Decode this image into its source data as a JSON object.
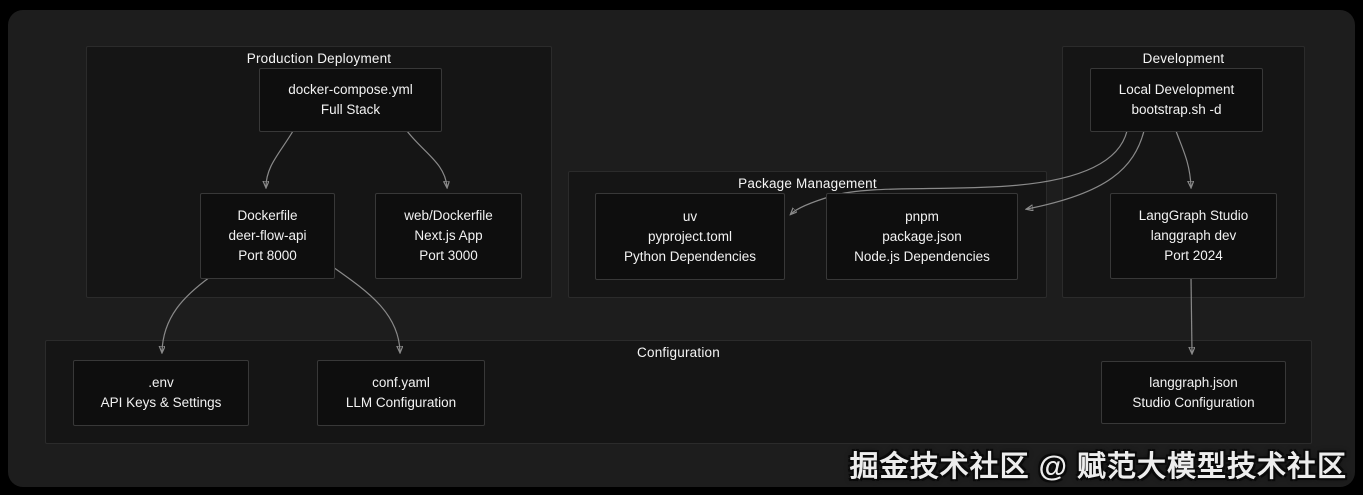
{
  "watermark": "掘金技术社区 @ 赋范大模型技术社区",
  "colors": {
    "background": "#000000",
    "panel": "#1d1d1d",
    "group_fill": "#151515",
    "group_border": "#2b2b2b",
    "node_fill": "#0e0e0e",
    "node_border": "#383838",
    "edge": "#8a8a8a",
    "arrowhead": "#999999",
    "text": "#f2f2f2"
  },
  "groups": {
    "production": {
      "title": "Production Deployment"
    },
    "development": {
      "title": "Development"
    },
    "package": {
      "title": "Package Management"
    },
    "configuration": {
      "title": "Configuration"
    }
  },
  "nodes": {
    "docker_compose": {
      "lines": [
        "docker-compose.yml",
        "Full Stack"
      ]
    },
    "dockerfile_api": {
      "lines": [
        "Dockerfile",
        "deer-flow-api",
        "Port 8000"
      ]
    },
    "web_dockerfile": {
      "lines": [
        "web/Dockerfile",
        "Next.js App",
        "Port 3000"
      ]
    },
    "local_dev": {
      "lines": [
        "Local Development",
        "bootstrap.sh -d"
      ]
    },
    "langgraph_studio": {
      "lines": [
        "LangGraph Studio",
        "langgraph dev",
        "Port 2024"
      ]
    },
    "uv": {
      "lines": [
        "uv",
        "pyproject.toml",
        "Python Dependencies"
      ]
    },
    "pnpm": {
      "lines": [
        "pnpm",
        "package.json",
        "Node.js Dependencies"
      ]
    },
    "env": {
      "lines": [
        ".env",
        "API Keys & Settings"
      ]
    },
    "conf_yaml": {
      "lines": [
        "conf.yaml",
        "LLM Configuration"
      ]
    },
    "langgraph_json": {
      "lines": [
        "langgraph.json",
        "Studio Configuration"
      ]
    }
  },
  "edges": [
    {
      "from": "docker_compose",
      "to": "dockerfile_api"
    },
    {
      "from": "docker_compose",
      "to": "web_dockerfile"
    },
    {
      "from": "dockerfile_api",
      "to": "env"
    },
    {
      "from": "dockerfile_api",
      "to": "conf_yaml"
    },
    {
      "from": "local_dev",
      "to": "uv"
    },
    {
      "from": "local_dev",
      "to": "pnpm"
    },
    {
      "from": "local_dev",
      "to": "langgraph_studio"
    },
    {
      "from": "langgraph_studio",
      "to": "langgraph_json"
    }
  ]
}
